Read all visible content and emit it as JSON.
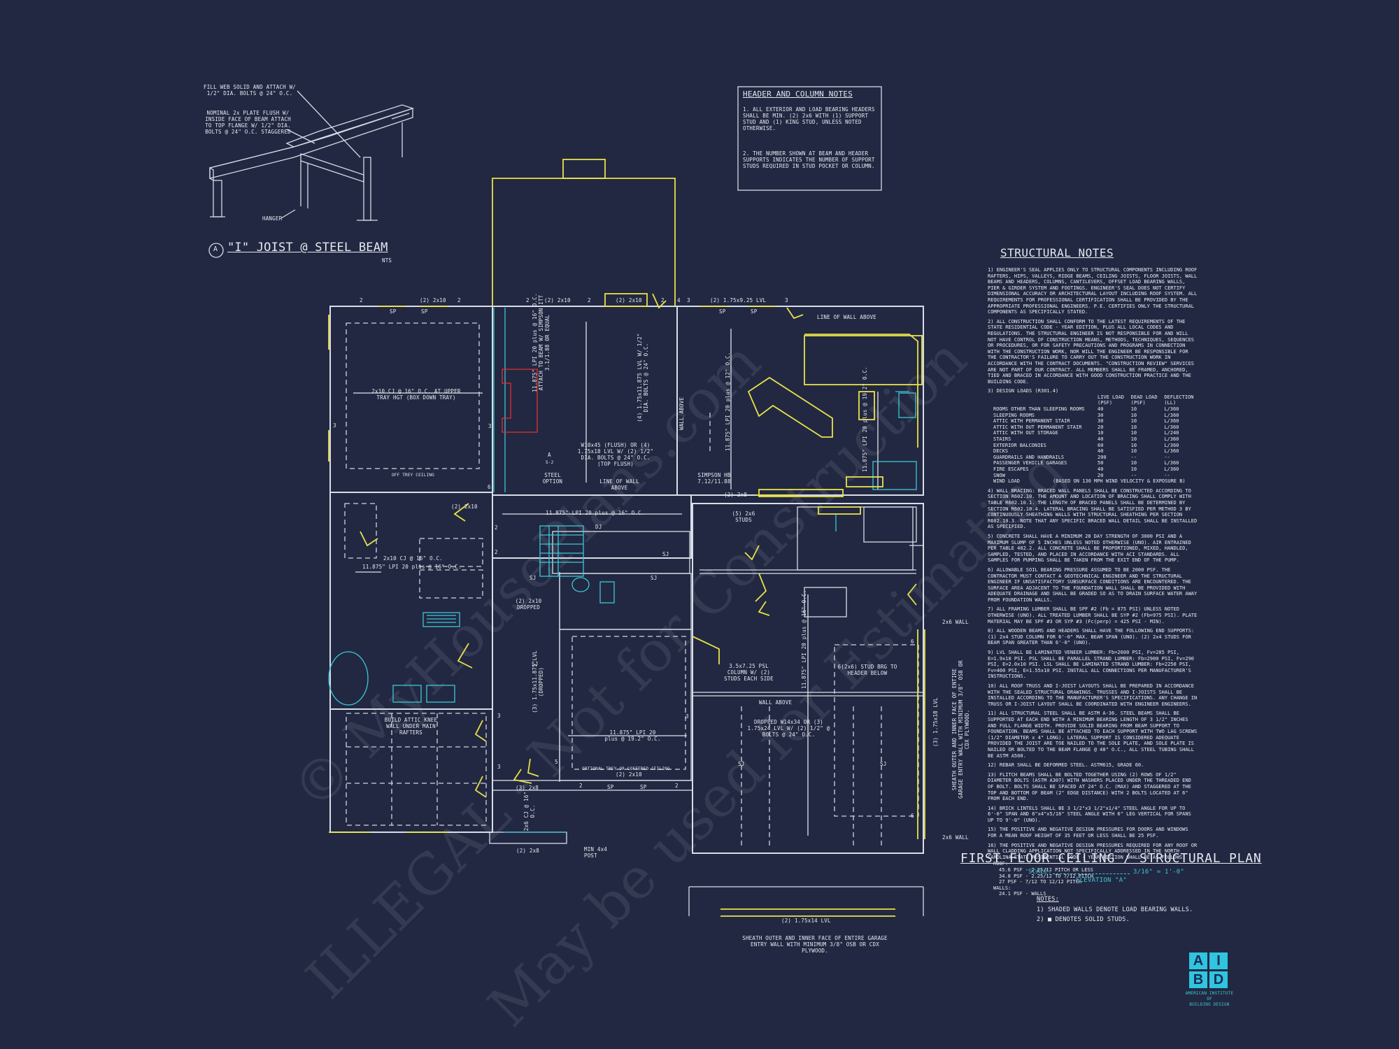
{
  "joist_detail": {
    "callout_1": "FILL WEB SOLID AND ATTACH W/ 1/2\" DIA. BOLTS @ 24\" O.C.",
    "callout_2": "NOMINAL 2x PLATE FLUSH W/ INSIDE FACE OF BEAM ATTACH TO TOP FLANGE W/ 1/2\" DIA. BOLTS @ 24\" O.C. STAGGERED",
    "hanger": "HANGER",
    "tag": "A",
    "title": "\"I\" JOIST @ STEEL BEAM",
    "scale": "NTS"
  },
  "header_notes": {
    "title": "HEADER AND COLUMN NOTES",
    "note1": "1. ALL EXTERIOR AND LOAD BEARING HEADERS SHALL BE MIN. (2) 2x6 WITH (1) SUPPORT STUD AND (1) KING STUD, UNLESS NOTED OTHERWISE.",
    "note2": "2. THE NUMBER SHOWN AT BEAM AND HEADER SUPPORTS INDICATES THE NUMBER OF SUPPORT STUDS REQUIRED IN STUD POCKET OR COLUMN."
  },
  "plan_labels": {
    "h_2x10_a": "(2) 2x10",
    "h_2x10_b": "(2) 2x10",
    "h_2x10_c": "(2) 2x10",
    "h_lvl_top": "(2) 1.75x9.25 LVL",
    "line_wall_above_1": "LINE OF WALL ABOVE",
    "tray_ceiling": "2x10 CJ @ 16\" O.C. AT UPPER TRAY HGT (BOX DOWN TRAY)",
    "off_trey": "OFF TREY CEILING",
    "lpi_attach": "11.875\" LPI 20 plus @ 16\" O.C. ATTACH TO BEAM W/ SIMPSON ITT 3.1/1.88 OR EQUAL",
    "lvl_dia": "(4) 1.75x11.875 LVL W/ 1/2\" DIA. BOLTS @ 24\" O.C.",
    "wall_above": "WALL ABOVE",
    "lpi_12": "11.875\" LPI 20 plus @ 12\" O.C.",
    "lpi_19": "11.875\" LPI 20 plus @ 19.2\" O.C.",
    "w10x45": "W10x45 (FLUSH) OR (4) 1.75x18 LVL W/ (2) 1/2\" DIA. BOLTS @ 24\" O.C. (TOP FLUSH)",
    "steel_option": "STEEL OPTION",
    "tag_a": "A",
    "tag_s2": "S-2",
    "line_wall_above_2": "LINE OF WALL ABOVE",
    "simpson": "SIMPSON HB 7.12/11.88",
    "h_2x8": "(2) 2x8",
    "studs_5": "(5) 2x6 STUDS",
    "lpi_16": "11.875\" LPI 20 plus @ 16\" O.C.",
    "dj": "DJ",
    "sj": "SJ",
    "h_2x10_d": "(2) 2x10",
    "cj_16": "2x10 CJ @ 16\" O.C.",
    "lpi_bed": "11.875\" LPI 20 plus @ 16\" O.C.",
    "dropped": "(2) 2x10 DROPPED",
    "lvl_dropped": "(3) 1.75x11.875 LVL (DROPPED)",
    "lpi_mid": "11.875\" LPI 20 plus @ 19.2\" O.C.",
    "optional_trey": "OPTIONAL TREY OR COFFERED CEILING",
    "h_2x10_e": "(2) 2x10",
    "h_2x8_b": "(3) 2x8",
    "h_2x8_c": "(2) 2x8",
    "cj_2x6": "2x6 CJ @ 16\" O.C.",
    "min_post": "MIN 4x4 POST",
    "attic_knee": "BUILD ATTIC KNEE WALL UNDER MAIN RAFTERS",
    "psl_column": "3.5x7.25 PSL COLUMN W/ (2) STUDS EACH SIDE",
    "wall_above_2": "WALL ABOVE",
    "w14x34": "DROPPED W14x34 OR (3) 1.75x24 LVL W/ (2) 1/2\" @ BOLTS @ 24\" O.C.",
    "lpi_garage": "11.875\" LPI 20 plus @ 16\" O.C.",
    "stud_brg": "6(2x6) STUD BRG TO HEADER BELOW",
    "lvl_right": "(3) 1.75x18 LVL",
    "sheath_vertical": "SHEATH OUTER AND INNER FACE OF ENTIRE GARAGE ENTRY WALL WITH MINIMUM 3/8\" OSB OR CDX PLYWOOD.",
    "wall_2x6_a": "2x6 WALL",
    "wall_2x6_b": "2x6 WALL",
    "lvl_bottom": "(2) 1.75x14 LVL",
    "sheath_bottom": "SHEATH OUTER AND INNER FACE OF ENTIRE GARAGE ENTRY WALL WITH MINIMUM 3/8\" OSB OR CDX PLYWOOD.",
    "sp": "SP",
    "n2": "2",
    "n3": "3",
    "n4": "4",
    "n5": "5",
    "n6": "6"
  },
  "structural_notes": {
    "title": "STRUCTURAL NOTES",
    "n1": "1) ENGINEER'S SEAL APPLIES ONLY TO STRUCTURAL COMPONENTS INCLUDING ROOF RAFTERS, HIPS, VALLEYS, RIDGE BEAMS, CEILING JOISTS, FLOOR JOISTS, WALL BEAMS AND HEADERS, COLUMNS, CANTILEVERS, OFFSET LOAD BEARING WALLS, PIER & GIRDER SYSTEM AND FOOTINGS. ENGINEER'S SEAL DOES NOT CERTIFY DIMENSIONAL ACCURACY OR ARCHITECTURAL LAYOUT INCLUDING ROOF SYSTEM. ALL REQUIREMENTS FOR PROFESSIONAL CERTIFICATION SHALL BE PROVIDED BY THE APPROPRIATE PROFESSIONAL ENGINEERS. P.E. CERTIFIES ONLY THE STRUCTURAL COMPONENTS AS SPECIFICALLY STATED.",
    "n2": "2) ALL CONSTRUCTION SHALL CONFORM TO THE LATEST REQUIREMENTS OF THE STATE RESIDENTIAL CODE - YEAR EDITION, PLUS ALL LOCAL CODES AND REGULATIONS. THE STRUCTURAL ENGINEER IS NOT RESPONSIBLE FOR AND WILL NOT HAVE CONTROL OF CONSTRUCTION MEANS, METHODS, TECHNIQUES, SEQUENCES OR PROCEDURES, OR FOR SAFETY PRECAUTIONS AND PROGRAMS IN CONNECTION WITH THE CONSTRUCTION WORK, NOR WILL THE ENGINEER BE RESPONSIBLE FOR THE CONTRACTOR'S FAILURE TO CARRY OUT THE CONSTRUCTION WORK IN ACCORDANCE WITH THE CONTRACT DOCUMENTS. \"CONSTRUCTION REVIEW\" SERVICES ARE NOT PART OF OUR CONTRACT. ALL MEMBERS SHALL BE FRAMED, ANCHORED, TIED AND BRACED IN ACCORDANCE WITH GOOD CONSTRUCTION PRACTICE AND THE BUILDING CODE.",
    "n3_title": "3) DESIGN LOADS (R301.4)",
    "load_headers": [
      "LIVE LOAD (PSF)",
      "DEAD LOAD (PSF)",
      "DEFLECTION (LL)"
    ],
    "loads": [
      [
        "ROOMS OTHER THAN SLEEPING ROOMS",
        "40",
        "10",
        "L/360"
      ],
      [
        "SLEEPING ROOMS",
        "30",
        "10",
        "L/360"
      ],
      [
        "ATTIC WITH PERMANENT STAIR",
        "30",
        "10",
        "L/360"
      ],
      [
        "ATTIC WITH OUT PERMANENT STAIR",
        "20",
        "10",
        "L/360"
      ],
      [
        "ATTIC WITH OUT STORAGE",
        "10",
        "10",
        "L/240"
      ],
      [
        "STAIRS",
        "40",
        "10",
        "L/360"
      ],
      [
        "EXTERIOR BALCONIES",
        "60",
        "10",
        "L/360"
      ],
      [
        "DECKS",
        "40",
        "10",
        "L/360"
      ],
      [
        "GUARDRAILS AND HANDRAILS",
        "200",
        "--",
        "--"
      ],
      [
        "PASSENGER VEHICLE GARAGES",
        "50",
        "10",
        "L/360"
      ],
      [
        "FIRE ESCAPES",
        "40",
        "10",
        "L/360"
      ],
      [
        "SNOW",
        "20",
        "--",
        "--"
      ]
    ],
    "wind_load": "WIND LOAD",
    "wind_note": "(BASED ON 130 MPH WIND VELOCITY & EXPOSURE B)",
    "n4": "4) WALL BRACING: BRACED WALL PANELS SHALL BE CONSTRUCTED ACCORDING TO SECTION R602.10. THE AMOUNT AND LOCATION OF BRACING SHALL COMPLY WITH TABLE R602.10.1. THE LENGTH OF BRACED PANELS SHALL BE DETERMINED BY SECTION R602.10.4. LATERAL BRACING SHALL BE SATISFIED PER METHOD 3 BY CONTINUOUSLY SHEATHING WALLS WITH STRUCTURAL SHEATHING PER SECTION R602.10.3. NOTE THAT ANY SPECIFIC BRACED WALL DETAIL SHALL BE INSTALLED AS SPECIFIED.",
    "n5": "5) CONCRETE SHALL HAVE A MINIMUM 28 DAY STRENGTH OF 3000 PSI AND A MAXIMUM SLUMP OF 5 INCHES UNLESS NOTED OTHERWISE (UNO). AIR ENTRAINED PER TABLE 402.2. ALL CONCRETE SHALL BE PROPORTIONED, MIXED, HANDLED, SAMPLED, TESTED, AND PLACED IN ACCORDANCE WITH ACI STANDARDS. ALL SAMPLES FOR PUMPING SHALL BE TAKEN FROM THE EXIT END OF THE PUMP.",
    "n6": "6) ALLOWABLE SOIL BEARING PRESSURE ASSUMED TO BE 2000 PSF. THE CONTRACTOR MUST CONTACT A GEOTECHNICAL ENGINEER AND THE STRUCTURAL ENGINEER IF UNSATISFACTORY SUBSURFACE CONDITIONS ARE ENCOUNTERED. THE SURFACE AREA ADJACENT TO THE FOUNDATION WALL SHALL BE PROVIDED WITH ADEQUATE DRAINAGE AND SHALL BE GRADED SO AS TO DRAIN SURFACE WATER AWAY FROM FOUNDATION WALLS.",
    "n7": "7) ALL FRAMING LUMBER SHALL BE SPF #2 (Fb = 875 PSI) UNLESS NOTED OTHERWISE (UNO). ALL TREATED LUMBER SHALL BE SYP #2 (Fb=975 PSI). PLATE MATERIAL MAY BE SPF #3 OR SYP #3 (Fc(perp) = 425 PSI - MIN).",
    "n8": "8) ALL WOODEN BEAMS AND HEADERS SHALL HAVE THE FOLLOWING END SUPPORTS: (1) 2x4 STUD COLUMN FOR 6'-0\" MAX. BEAM SPAN (UNO). (2) 2x4 STUDS FOR BEAM SPAN GREATER THAN 6'-0\" (UNO).",
    "n9": "9) LVL SHALL BE LAMINATED VENEER LUMBER: Fb=2600 PSI, Fv=285 PSI, E=1.9x10 PSI. PSL SHALL BE PARALLEL STRAND LUMBER: Fb=2900 PSI, Fv=290 PSI, E=2.0x10 PSI. LSL SHALL BE LAMINATED STRAND LUMBER: Fb=2250 PSI, Fv=400 PSI, E=1.55x10 PSI. INSTALL ALL CONNECTIONS PER MANUFACTURER'S INSTRUCTIONS.",
    "n10": "10) ALL ROOF TRUSS AND I-JOIST LAYOUTS SHALL BE PREPARED IN ACCORDANCE WITH THE SEALED STRUCTURAL DRAWINGS. TRUSSES AND I-JOISTS SHALL BE INSTALLED ACCORDING TO THE MANUFACTURER'S SPECIFICATIONS. ANY CHANGE IN TRUSS OR I-JOIST LAYOUT SHALL BE COORDINATED WITH ENGINEER ENGINEERS.",
    "n11": "11) ALL STRUCTURAL STEEL SHALL BE ASTM A-36. STEEL BEAMS SHALL BE SUPPORTED AT EACH END WITH A MINIMUM BEARING LENGTH OF 3 1/2\" INCHES AND FULL FLANGE WIDTH. PROVIDE SOLID BEARING FROM BEAM SUPPORT TO FOUNDATION. BEAMS SHALL BE ATTACHED TO EACH SUPPORT WITH TWO LAG SCREWS (1/2\" DIAMETER x 4\" LONG). LATERAL SUPPORT IS CONSIDERED ADEQUATE PROVIDED THE JOIST ARE TOE NAILED TO THE SOLE PLATE, AND SOLE PLATE IS NAILED OR BOLTED TO THE BEAM FLANGE @ 48\" O.C., ALL STEEL TUBING SHALL BE ASTM A500.",
    "n12": "12) REBAR SHALL BE DEFORMED STEEL. ASTM615, GRADE 60.",
    "n13": "13) FLITCH BEAMS SHALL BE BOLTED TOGETHER USING (2) ROWS OF 1/2\" DIAMETER BOLTS (ASTM A307) WITH WASHERS PLACED UNDER THE THREADED END OF BOLT. BOLTS SHALL BE SPACED AT 24\" O.C. (MAX) AND STAGGERED AT THE TOP AND BOTTOM OF BEAM (2\" EDGE DISTANCE) WITH 2 BOLTS LOCATED AT 6\" FROM EACH END.",
    "n14": "14) BRICK LINTELS SHALL BE 3 1/2\"x3 1/2\"x1/4\" STEEL ANGLE FOR UP TO 6'-0\" SPAN AND 6\"x4\"x5/16\" STEEL ANGLE WITH 6\" LEG VERTICAL FOR SPANS UP TO 9'-0\" (UNO).",
    "n15": "15) THE POSITIVE AND NEGATIVE DESIGN PRESSURES FOR DOORS AND WINDOWS FOR A MEAN ROOF HEIGHT OF 35 FEET OR LESS SHALL BE 25 PSF.",
    "n16": "16) THE POSITIVE AND NEGATIVE DESIGN PRESSURES REQUIRED FOR ANY ROOF OR WALL CLADDING APPLICATION NOT SPECIFICALLY ADDRESSED IN THE NORTH CAROLINA STATE RESIDENTIAL CODE - YEAR EDITION SHALL BE AS FOLLOWS:",
    "roof_label": "ROOF:",
    "roof_1": "45.6 PSF - 2.25/12 PITCH OR LESS",
    "roof_2": "34.8 PSF - 2.25/12 TO 7/12 PITCH",
    "roof_3": "27 PSF - 7/12 TO 12/12 PITCH",
    "walls_label": "WALLS:",
    "walls_1": "24.1 PSF - WALLS"
  },
  "plan_title": {
    "title": "FIRST FLOOR CEILING / STRUCTURAL PLAN",
    "scale_label": "SCALE:",
    "scale_value": "3/16\" = 1'-0\"",
    "elevation": "ELEVATION \"A\""
  },
  "plan_notes": {
    "title": "NOTES:",
    "n1": "1) SHADED WALLS DENOTE LOAD BEARING WALLS.",
    "n2": "2) ■ DENOTES SOLID STUDS."
  },
  "logo": {
    "l1": "A",
    "l2": "I",
    "l3": "B",
    "l4": "D",
    "caption1": "AMERICAN INSTITUTE",
    "caption2": "OF",
    "caption3": "BUILDING DESIGN"
  },
  "watermarks": {
    "w1": "© MyHousePlans.com",
    "w2": "ILLEGAL - Not for Construction",
    "w3": "May be used for Estimating"
  },
  "colors": {
    "background": "#222841",
    "line": "#d6dae6",
    "yellow": "#e8e24a",
    "cyan": "#3cc7d8",
    "red": "#e23030"
  }
}
